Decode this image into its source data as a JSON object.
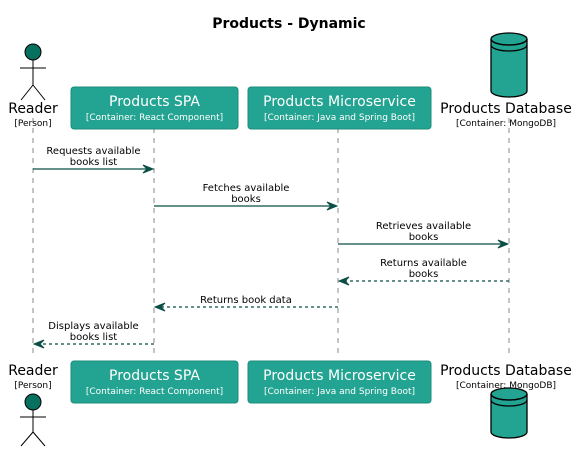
{
  "title": "Products - Dynamic",
  "colors": {
    "actor_fill": "#08705f",
    "box_fill": "#23a391",
    "arrow": "#0b4f45",
    "lifeline": "#888888"
  },
  "participants": [
    {
      "name": "Reader",
      "tech": "[Person]",
      "kind": "actor"
    },
    {
      "name": "Products SPA",
      "tech": "[Container: React Component]",
      "kind": "container"
    },
    {
      "name": "Products Microservice",
      "tech": "[Container: Java and Spring Boot]",
      "kind": "container"
    },
    {
      "name": "Products Database",
      "tech": "[Container: MongoDB]",
      "kind": "database"
    }
  ],
  "messages": [
    {
      "from": 0,
      "to": 1,
      "lines": [
        "Requests available",
        "books list"
      ],
      "style": "solid"
    },
    {
      "from": 1,
      "to": 2,
      "lines": [
        "Fetches available",
        "books"
      ],
      "style": "solid"
    },
    {
      "from": 2,
      "to": 3,
      "lines": [
        "Retrieves available",
        "books"
      ],
      "style": "solid"
    },
    {
      "from": 3,
      "to": 2,
      "lines": [
        "Returns available",
        "books"
      ],
      "style": "dashed"
    },
    {
      "from": 2,
      "to": 1,
      "lines": [
        "Returns book data"
      ],
      "style": "dashed"
    },
    {
      "from": 1,
      "to": 0,
      "lines": [
        "Displays available",
        "books list"
      ],
      "style": "dashed"
    }
  ]
}
